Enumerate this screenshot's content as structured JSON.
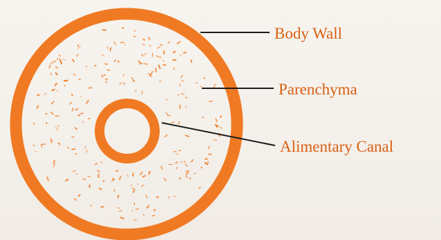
{
  "labels": {
    "body_wall": "Body Wall",
    "parenchyma": "Parenchyma",
    "alimentary_canal": "Alimentary Canal"
  },
  "colors": {
    "ring": "#f07a23",
    "label": "#d95f12",
    "line": "#1a1a1a",
    "paper": "#f5f1ec"
  }
}
